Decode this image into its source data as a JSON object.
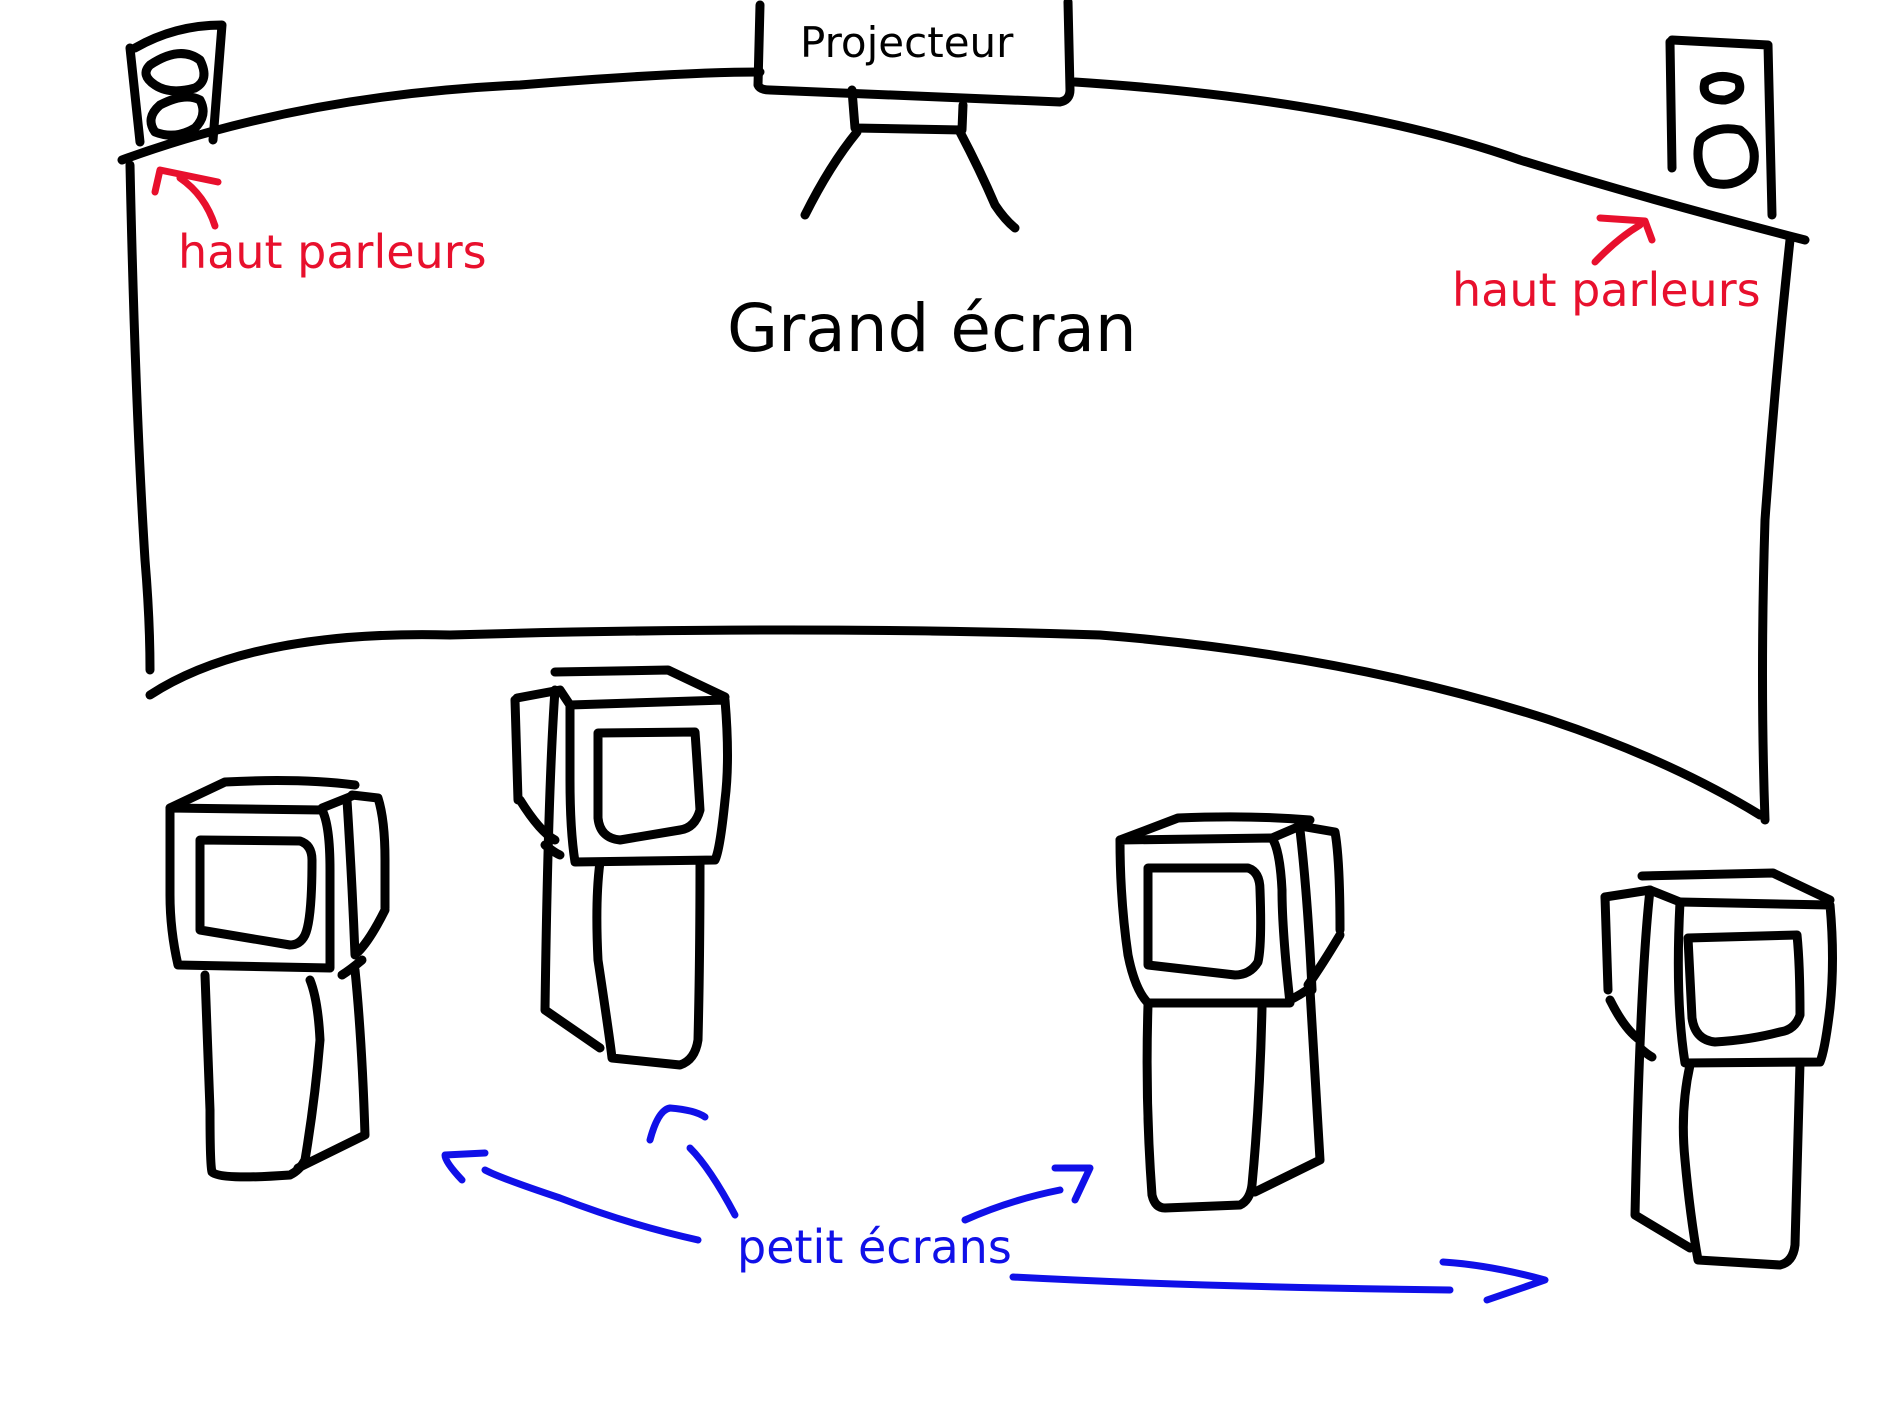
{
  "labels": {
    "projector": "Projecteur",
    "big_screen": "Grand écran",
    "speakers_left": "haut parleurs",
    "speakers_right": "haut parleurs",
    "small_screens": "petit écrans"
  },
  "colors": {
    "ink": "#000000",
    "speaker_annotation": "#e8102d",
    "small_screen_annotation": "#1010e8"
  }
}
